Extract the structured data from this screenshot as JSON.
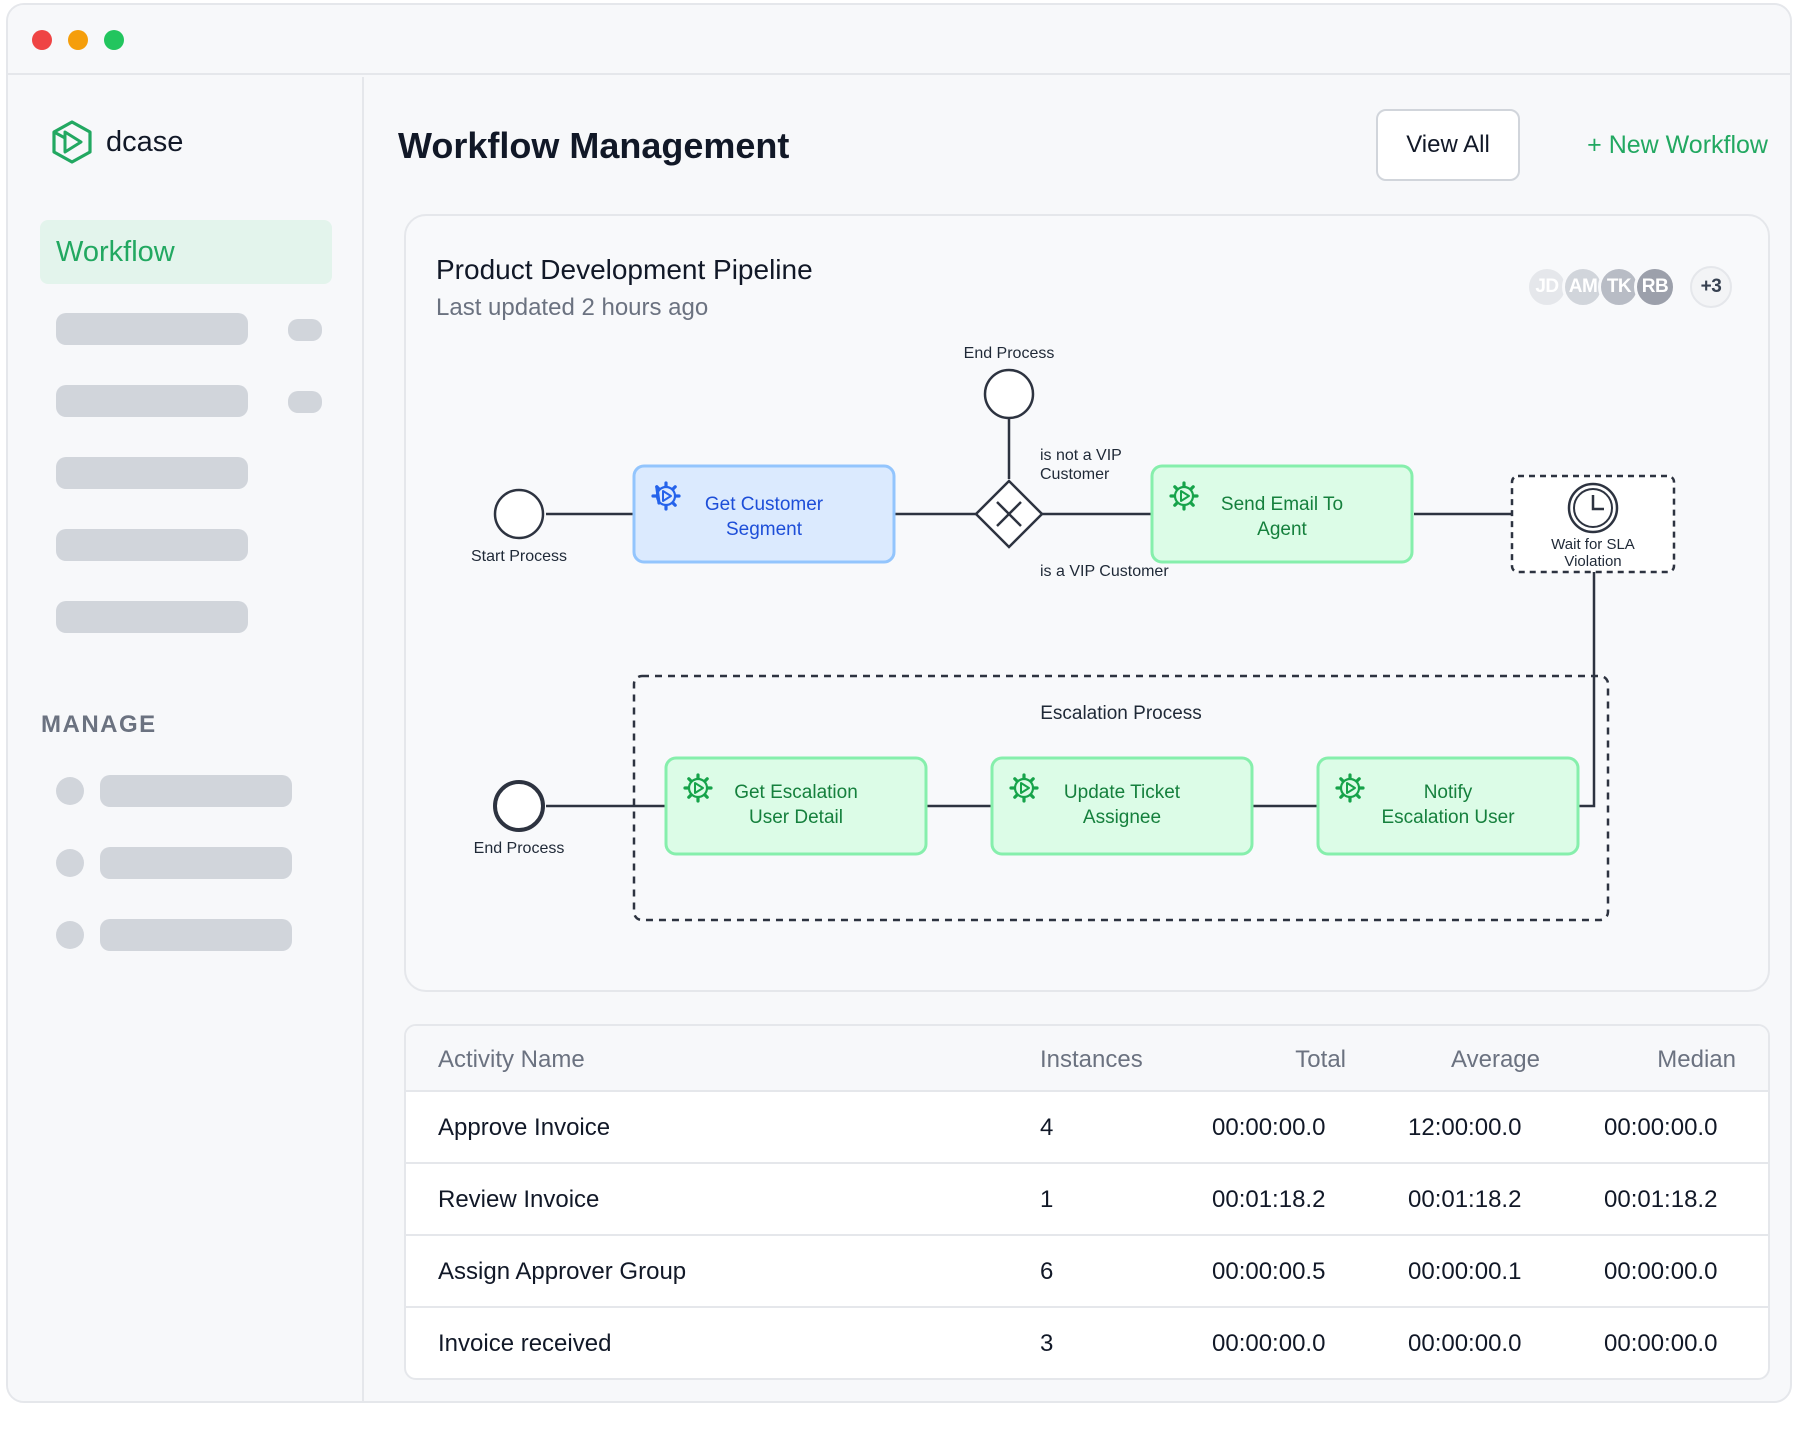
{
  "app": {
    "name": "dcase"
  },
  "sidebar": {
    "active_item": "Workflow",
    "section_label": "MANAGE"
  },
  "header": {
    "title": "Workflow Management",
    "view_all_label": "View All",
    "new_workflow_label": "+ New Workflow"
  },
  "workflow": {
    "title": "Product Development Pipeline",
    "updated": "Last updated 2 hours ago",
    "avatars": [
      {
        "initials": "JD",
        "color": "#e5e7eb"
      },
      {
        "initials": "AM",
        "color": "#d1d5db"
      },
      {
        "initials": "TK",
        "color": "#b8bcc5"
      },
      {
        "initials": "RB",
        "color": "#9ca0ab"
      }
    ],
    "avatars_more": "+3",
    "nodes": {
      "start": "Start Process",
      "end_top": "End Process",
      "get_segment_1": "Get Customer",
      "get_segment_2": "Segment",
      "not_vip_1": "is not a VIP",
      "not_vip_2": "Customer",
      "vip": "is a VIP Customer",
      "send_email_1": "Send Email To",
      "send_email_2": "Agent",
      "wait_1": "Wait for SLA",
      "wait_2": "Violation",
      "escalation": "Escalation Process",
      "end_bottom": "End Process",
      "get_escalation_1": "Get Escalation",
      "get_escalation_2": "User Detail",
      "update_ticket_1": "Update Ticket",
      "update_ticket_2": "Assignee",
      "notify_1": "Notify",
      "notify_2": "Escalation User"
    }
  },
  "activities": {
    "columns": [
      "Activity Name",
      "Instances",
      "Total",
      "Average",
      "Median"
    ],
    "rows": [
      {
        "name": "Approve Invoice",
        "instances": "4",
        "total": "00:00:00.0",
        "average": "12:00:00.0",
        "median": "00:00:00.0"
      },
      {
        "name": "Review Invoice",
        "instances": "1",
        "total": "00:01:18.2",
        "average": "00:01:18.2",
        "median": "00:01:18.2"
      },
      {
        "name": "Assign Approver Group",
        "instances": "6",
        "total": "00:00:00.5",
        "average": "00:00:00.1",
        "median": "00:00:00.0"
      },
      {
        "name": "Invoice received",
        "instances": "3",
        "total": "00:00:00.0",
        "average": "00:00:00.0",
        "median": "00:00:00.0"
      }
    ]
  },
  "colors": {
    "accent": "#22a861",
    "blue_task_fill": "#dbeafe",
    "blue_task_stroke": "#93c5fd",
    "green_task_fill": "#dcfce7",
    "green_task_stroke": "#86efac"
  }
}
